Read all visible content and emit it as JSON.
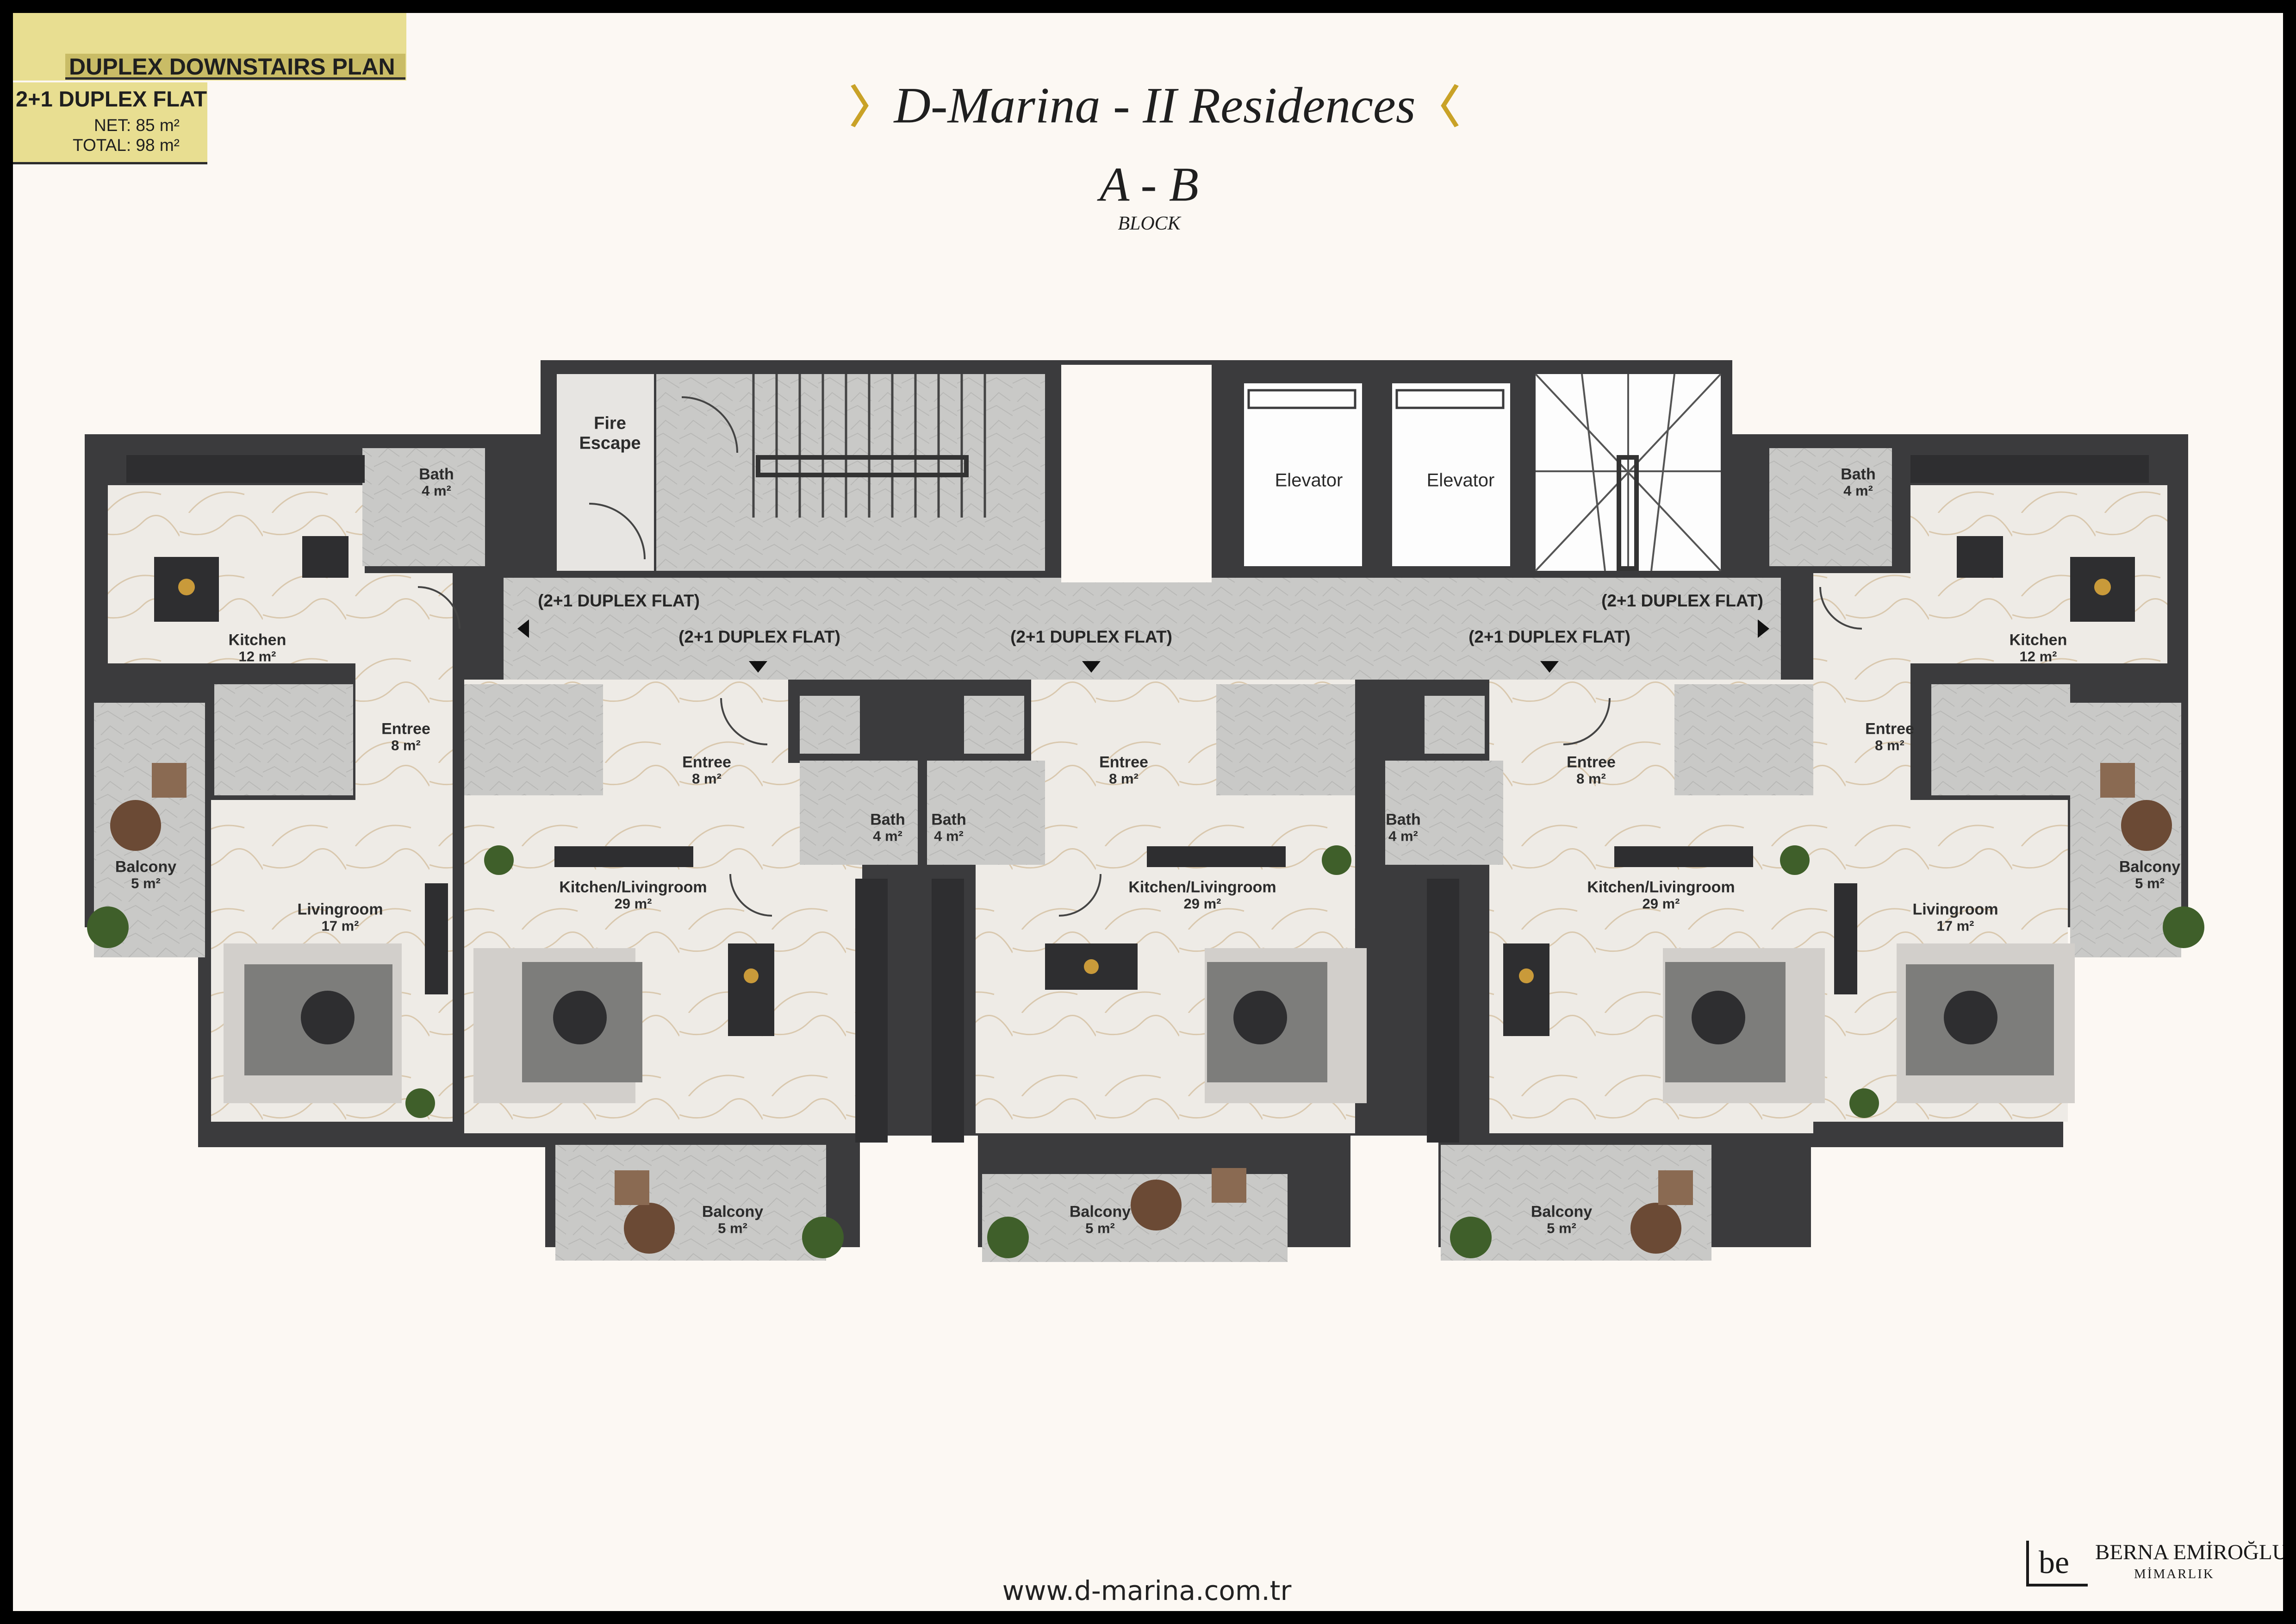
{
  "plan_badge": {
    "title": "DUPLEX DOWNSTAIRS PLAN",
    "flat_type": "2+1 DUPLEX FLAT",
    "net": "NET: 85 m²",
    "total": "TOTAL: 98 m²"
  },
  "project": {
    "name": "D-Marina - II  Residences",
    "block": "A - B",
    "block_word": "BLOCK"
  },
  "common_areas": {
    "fire_escape": "Fire Escape",
    "elevator_1": "Elevator",
    "elevator_2": "Elevator",
    "unit_labels": [
      "(2+1 DUPLEX FLAT)",
      "(2+1 DUPLEX FLAT)",
      "(2+1 DUPLEX FLAT)",
      "(2+1 DUPLEX FLAT)",
      "(2+1 DUPLEX FLAT)"
    ]
  },
  "rooms": [
    {
      "name": "Bath",
      "area": "4 m²"
    },
    {
      "name": "Kitchen",
      "area": "12 m²"
    },
    {
      "name": "Entree",
      "area": "8 m²"
    },
    {
      "name": "Balcony",
      "area": "5 m²"
    },
    {
      "name": "Livingroom",
      "area": "17 m²"
    },
    {
      "name": "Entree",
      "area": "8 m²"
    },
    {
      "name": "Kitchen/Livingroom",
      "area": "29 m²"
    },
    {
      "name": "Bath",
      "area": "4 m²"
    },
    {
      "name": "Bath",
      "area": "4 m²"
    },
    {
      "name": "Entree",
      "area": "8 m²"
    },
    {
      "name": "Kitchen/Livingroom",
      "area": "29 m²"
    },
    {
      "name": "Bath",
      "area": "4 m²"
    },
    {
      "name": "Entree",
      "area": "8 m²"
    },
    {
      "name": "Kitchen/Livingroom",
      "area": "29 m²"
    },
    {
      "name": "Bath",
      "area": "4 m²"
    },
    {
      "name": "Kitchen",
      "area": "12 m²"
    },
    {
      "name": "Entree",
      "area": "8 m²"
    },
    {
      "name": "Livingroom",
      "area": "17 m²"
    },
    {
      "name": "Balcony",
      "area": "5 m²"
    },
    {
      "name": "Balcony",
      "area": "5 m²"
    },
    {
      "name": "Balcony",
      "area": "5 m²"
    },
    {
      "name": "Balcony",
      "area": "5 m²"
    }
  ],
  "footer": {
    "website": "www.d-marina.com.tr"
  },
  "architect": {
    "name": "BERNA EMİROĞLU",
    "sub": "MİMARLIK",
    "logo_letters": "be"
  },
  "colors": {
    "wall": "#3b3b3d",
    "floor_marble": "#eeebe6",
    "stone": "#c9c9c7",
    "balcony": "#cfcdca",
    "sofa": "#d2cfcb",
    "rug": "#7d7d7b",
    "dark_fixture": "#2e2e30",
    "badge": "#e8de91",
    "badge_dark": "#c9bc66"
  }
}
